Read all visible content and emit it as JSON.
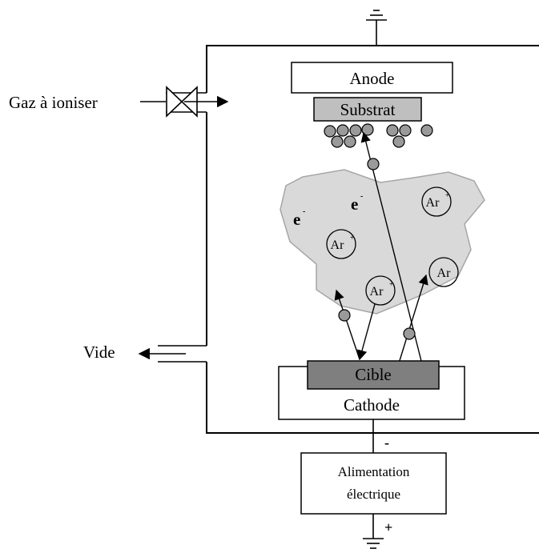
{
  "labels": {
    "gas_inlet": "Gaz à ioniser",
    "vacuum": "Vide",
    "anode": "Anode",
    "substrate": "Substrat",
    "target": "Cible",
    "cathode": "Cathode",
    "power_line1": "Alimentation",
    "power_line2": "électrique",
    "minus_sign": "-",
    "plus_sign": "+"
  },
  "particles": {
    "electron": "e",
    "electron_sup": "-",
    "argon_ion": "Ar",
    "argon_ion_sup": "+",
    "argon_neutral": "Ar"
  },
  "colors": {
    "plasma": "#d9d9d9",
    "plasma_edge": "#a6a6a6",
    "substrate": "#bfbfbf",
    "target": "#7f7f7f",
    "atom": "#9a9a9a"
  }
}
